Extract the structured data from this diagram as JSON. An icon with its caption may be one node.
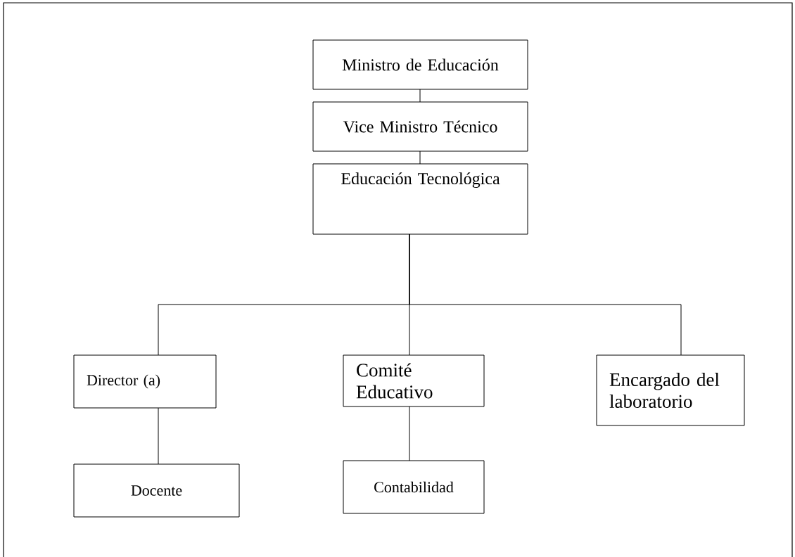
{
  "diagram": {
    "nodes": [
      {
        "text": [
          "Ministro de Educación"
        ]
      },
      {
        "text": [
          "Vice Ministro Técnico"
        ]
      },
      {
        "text": [
          "Educación Tecnológica"
        ]
      },
      {
        "text": [
          "Director (a)"
        ]
      },
      {
        "text": [
          "Comité Educativo"
        ]
      },
      {
        "text": [
          "Encargado del laboratorio"
        ]
      },
      {
        "text": [
          "Docente"
        ]
      },
      {
        "text": [
          "Contabilidad"
        ]
      }
    ],
    "edges": [
      {
        "from": 0,
        "to": 1,
        "arrow": "none"
      },
      {
        "from": 1,
        "to": 2,
        "arrow": "none"
      },
      {
        "from": 2,
        "to": 3,
        "arrow": "none"
      },
      {
        "from": 2,
        "to": 4,
        "arrow": "none"
      },
      {
        "from": 2,
        "to": 5,
        "arrow": "none"
      },
      {
        "from": 3,
        "to": 6,
        "arrow": "none"
      },
      {
        "from": 4,
        "to": 7,
        "arrow": "none"
      }
    ]
  }
}
